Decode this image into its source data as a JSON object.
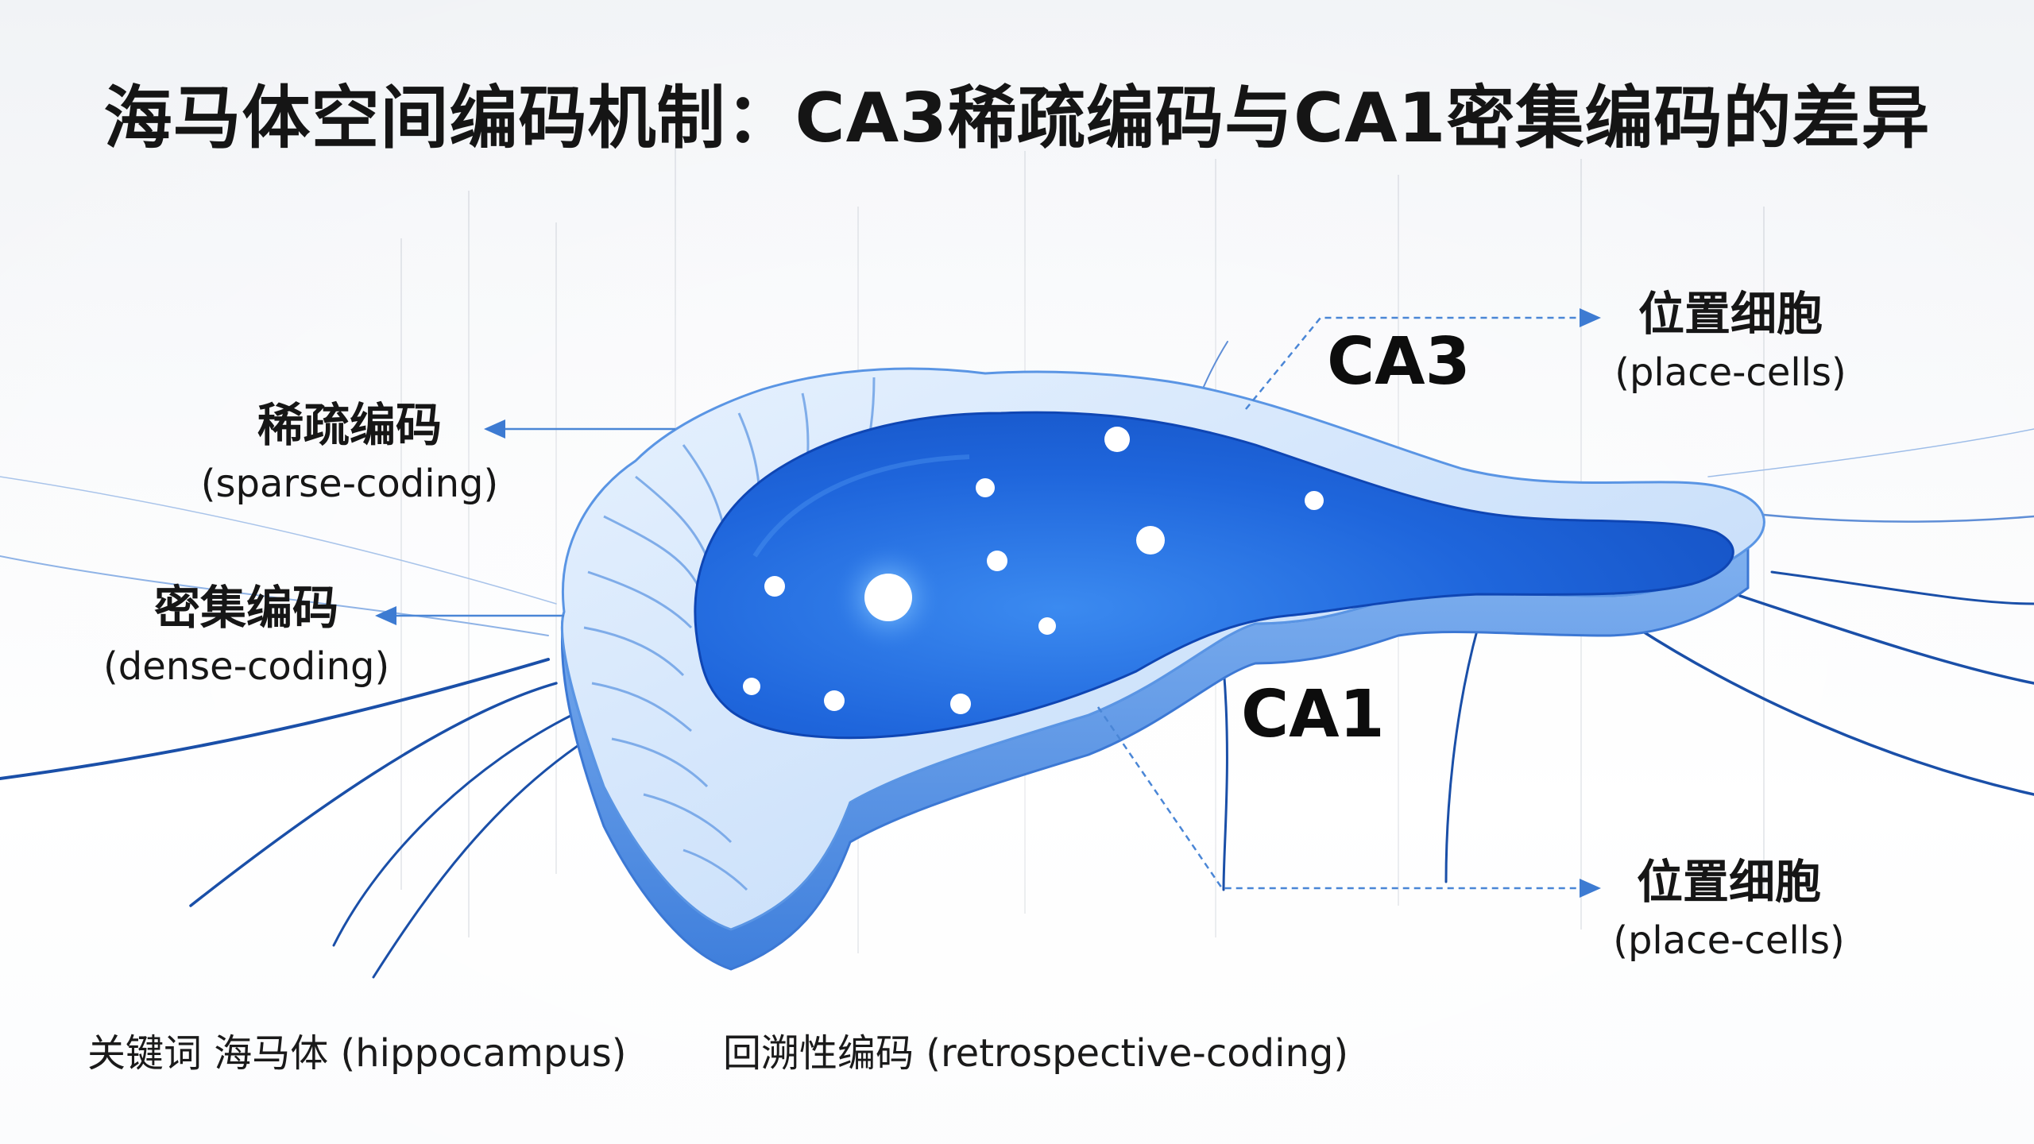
{
  "title": "海马体空间编码机制：CA3稀疏编码与CA1密集编码的差异",
  "regions": {
    "ca3": "CA3",
    "ca1": "CA1"
  },
  "labels": {
    "sparse": {
      "zh": "稀疏编码",
      "en": "(sparse-coding)"
    },
    "dense": {
      "zh": "密集编码",
      "en": "(dense-coding)"
    },
    "place_cells_ca3": {
      "zh": "位置细胞",
      "en": "(place-cells)"
    },
    "place_cells_ca1": {
      "zh": "位置细胞",
      "en": "(place-cells)"
    }
  },
  "keywords": {
    "hippocampus": "关键词 海马体 (hippocampus)",
    "retrospective": "回溯性编码 (retrospective-coding)"
  },
  "colors": {
    "deep_blue": "#1f63d6",
    "light_blue": "#cfe3fb",
    "edge_blue": "#5a95e4",
    "fiber_blue": "#1a4fa8",
    "arrow_blue": "#4a86d6"
  }
}
